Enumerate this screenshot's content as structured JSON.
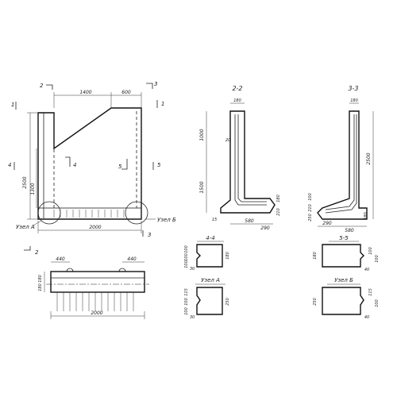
{
  "front": {
    "dim_top_left": "1400",
    "dim_top_right": "600",
    "dim_height": "2500",
    "dim_height_inner": "1300",
    "dim_bottom": "2000",
    "cut_2": "2",
    "cut_3": "3",
    "cut_1": "1",
    "cut_4": "4",
    "cut_5": "5",
    "node_a": "Узел А",
    "node_b": "Узел Б"
  },
  "plan": {
    "cut": "2",
    "dim_left": "440",
    "dim_right": "440",
    "dim_h1": "180",
    "dim_h2": "180",
    "dim_bottom": "2000"
  },
  "sec22": {
    "title": "2-2",
    "d_top": "180",
    "d_h1": "1000",
    "d_small": "20",
    "d_h2": "1500",
    "d_bot1": "180",
    "d_bot2": "210",
    "d_15": "15",
    "d_l": "580",
    "d_r": "290"
  },
  "sec33": {
    "title": "3-3",
    "d_top": "180",
    "d_h": "2500",
    "d_a": "100",
    "d_b": "210",
    "d_c": "250",
    "d_d": "180",
    "d_l": "290",
    "d_r": "580"
  },
  "sec44": {
    "title": "4-4",
    "d1": "180",
    "d2": "100",
    "d3": "100",
    "d4": "100",
    "d5": "30"
  },
  "nodeA": {
    "title": "Узел А",
    "d1": "250",
    "d2": "115",
    "d3": "100",
    "d4": "100",
    "d5": "30"
  },
  "sec55": {
    "title": "5-5",
    "d1": "180",
    "d2": "100",
    "d3": "100",
    "d4": "40"
  },
  "nodeB": {
    "title": "Узел Б",
    "d1": "250",
    "d2": "115",
    "d3": "100",
    "d4": "40"
  }
}
